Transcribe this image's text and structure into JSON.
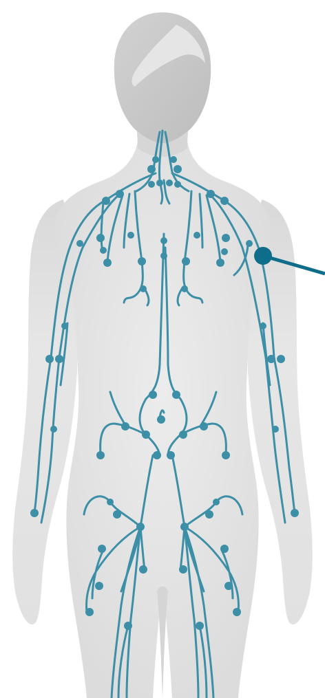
{
  "diagram": {
    "subject": "lymphatic-system",
    "view": "front",
    "callout_target": "axillary-lymph-node"
  },
  "colors": {
    "vessel": "#3c8fa6",
    "node": "#3c8fa6",
    "callout": "#0d6d8a",
    "body_fill": "#e4e4e4",
    "body_shade": "#cdcdcd",
    "head_fill": "#cfcfcf",
    "head_highlight": "#e9e9e9",
    "background": "#ffffff"
  },
  "icons": [
    "human-body-silhouette",
    "lymph-vessel-network",
    "lymph-node-cluster",
    "callout-pointer"
  ]
}
